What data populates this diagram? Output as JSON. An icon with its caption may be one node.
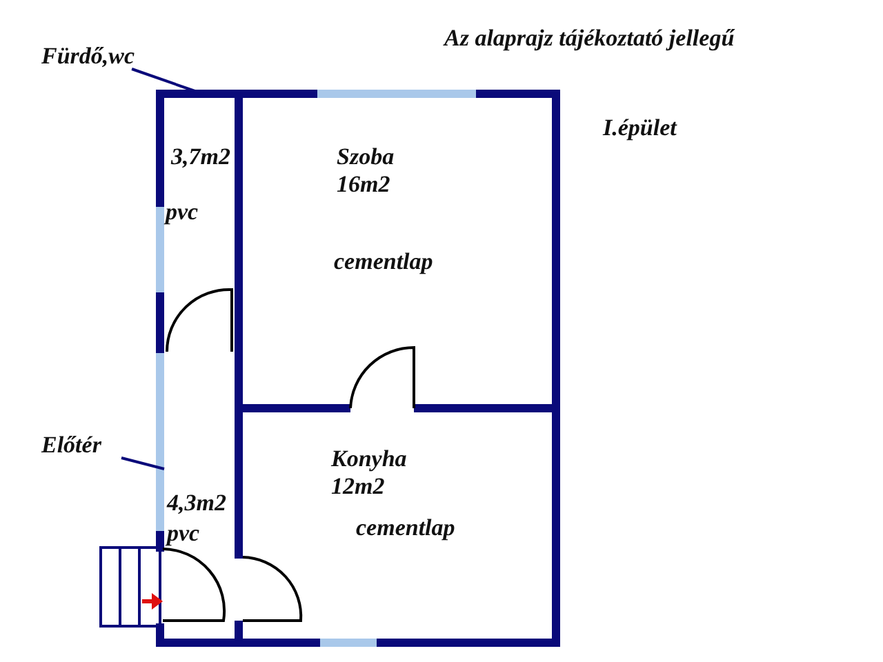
{
  "diagram": {
    "nodes": [
      {
        "text": [
          "Fürdő,wc"
        ]
      },
      {
        "text": [
          "3,7m2",
          "pvc"
        ]
      },
      {
        "text": [
          "Szoba 16m2",
          "cementlap"
        ]
      },
      {
        "text": [
          "Előtér"
        ]
      },
      {
        "text": [
          "4,3m2",
          "pvc"
        ]
      },
      {
        "text": [
          "Konyha 12m2",
          "cementlap"
        ]
      }
    ],
    "edges": [
      {
        "from": 0,
        "to": 1,
        "arrow": "none"
      },
      {
        "from": 3,
        "to": 4,
        "arrow": "none"
      }
    ],
    "labels": [
      "Az alaprajz tájékoztató jellegű",
      "I.épület"
    ]
  }
}
